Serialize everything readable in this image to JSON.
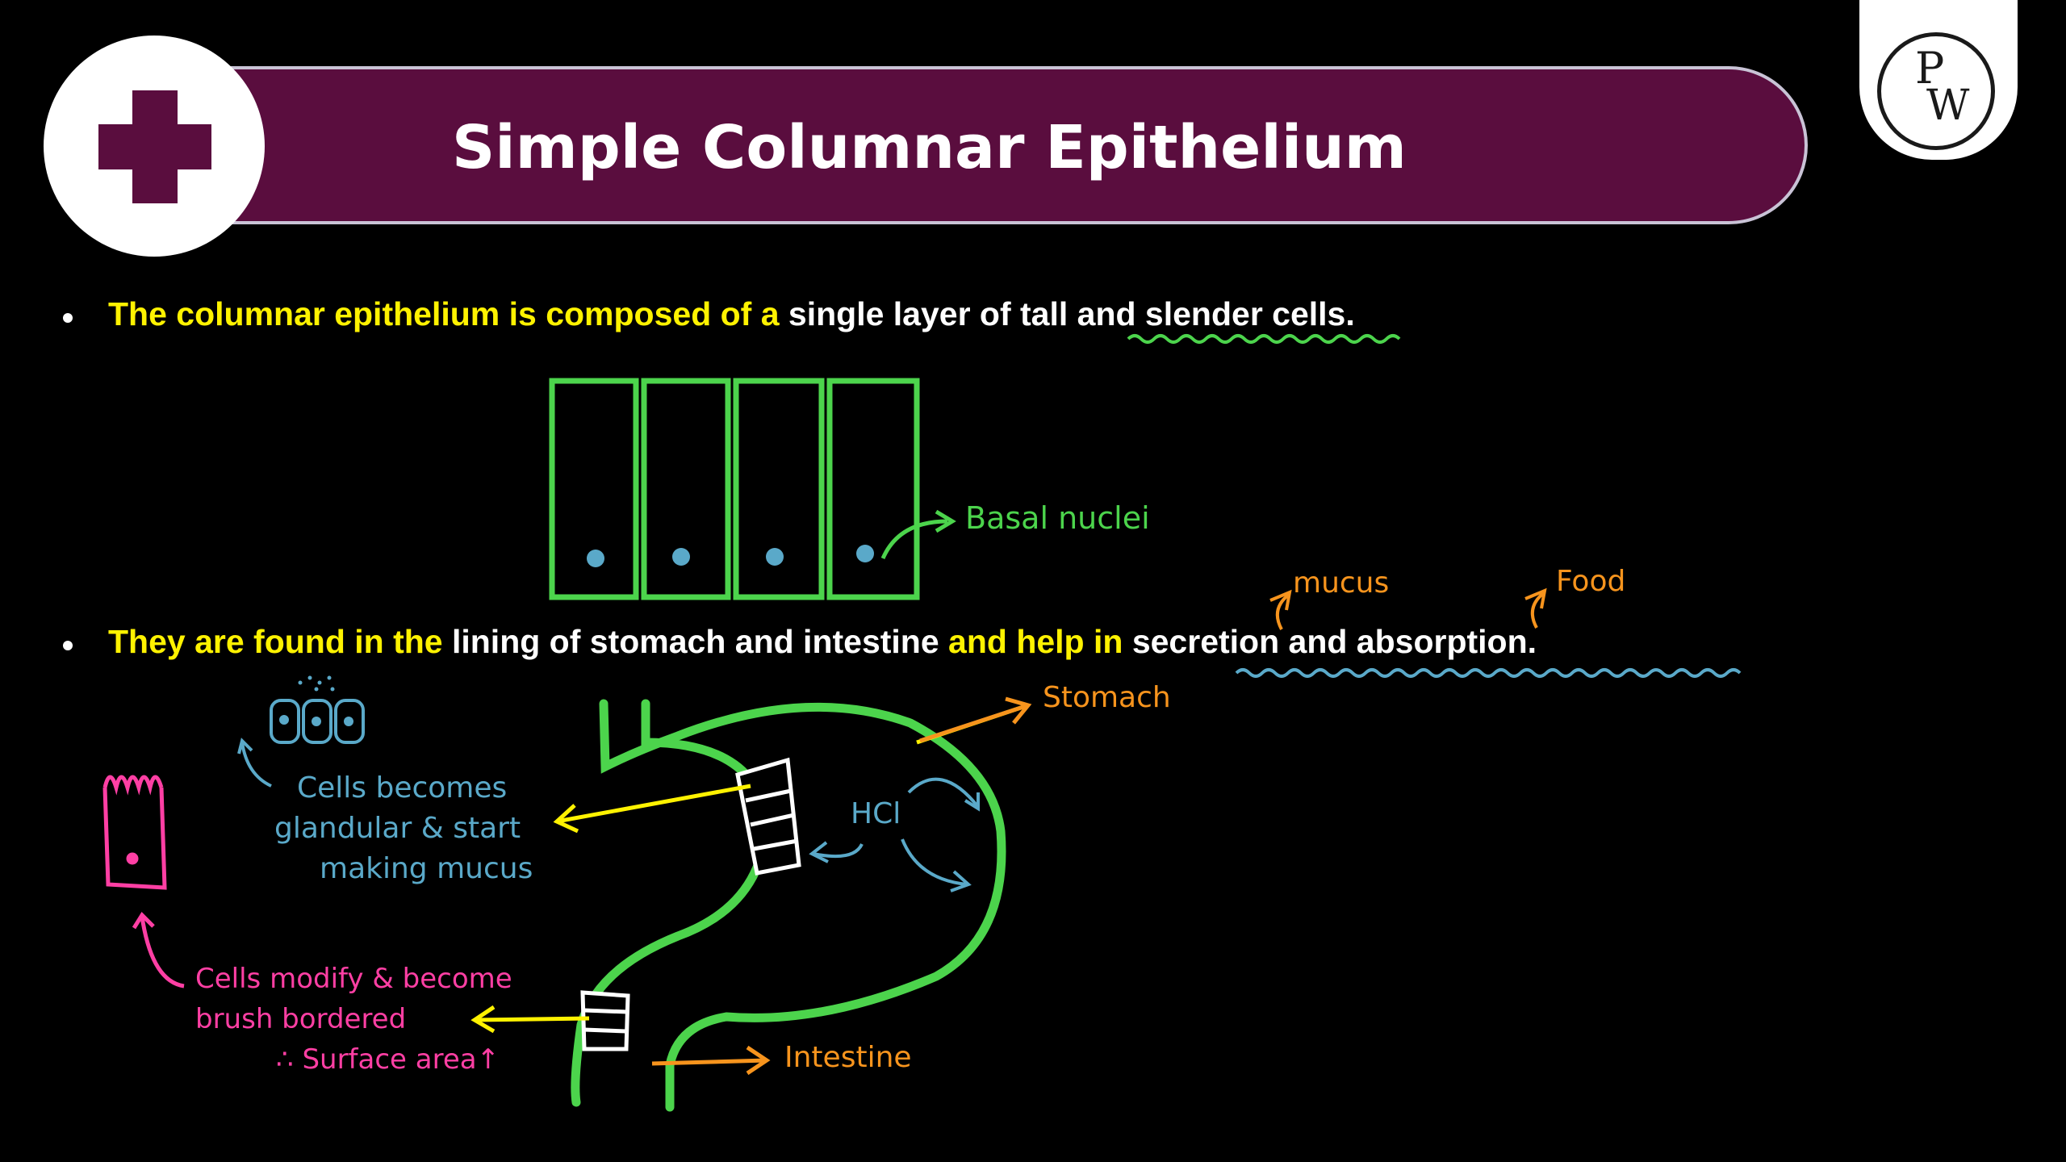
{
  "header": {
    "title": "Simple Columnar Epithelium",
    "badge_icon": "plus-icon",
    "logo_text_top": "P",
    "logo_text_bottom": "W"
  },
  "bullets": [
    {
      "yellow": "The columnar epithelium is composed of a",
      "white": " single layer of tall and slender cells."
    },
    {
      "yellow1": "They are found in the",
      "white1": " lining of stomach and intestine",
      "yellow2": " and help in",
      "white2": " secretion and absorption."
    }
  ],
  "annotations": {
    "basal_nuclei": "Basal nuclei",
    "mucus": "mucus",
    "food": "Food",
    "stomach": "Stomach",
    "hcl": "HCl",
    "intestine": "Intestine",
    "glandular_1": "Cells becomes",
    "glandular_2": "glandular & start",
    "glandular_3": "making mucus",
    "brush_1": "Cells modify & become",
    "brush_2": "brush bordered",
    "brush_3": "∴ Surface area↑"
  },
  "colors": {
    "banner": "#5a0d3e",
    "yellow_text": "#fff200",
    "green": "#4cd44c",
    "blue": "#5aa9c9",
    "orange": "#f7941d",
    "pink": "#ff3fa4"
  }
}
